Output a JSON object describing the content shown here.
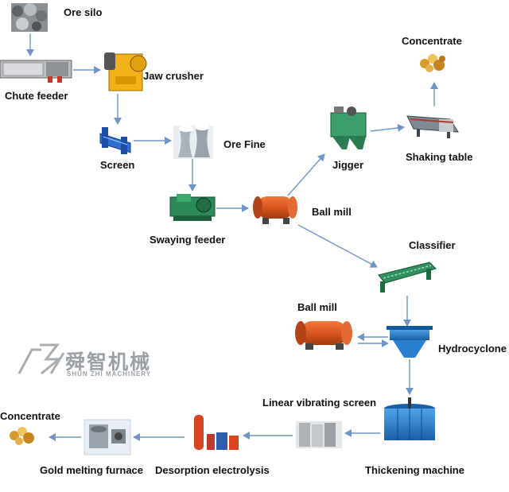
{
  "nodes": {
    "ore_silo": "Ore silo",
    "chute_feeder": "Chute feeder",
    "jaw_crusher": "Jaw crusher",
    "screen": "Screen",
    "ore_fine": "Ore Fine",
    "swaying_feeder": "Swaying  feeder",
    "ball_mill_1": "Ball mill",
    "jigger": "Jigger",
    "shaking_table": "Shaking table",
    "concentrate_top": "Concentrate",
    "classifier": "Classifier",
    "ball_mill_2": "Ball mill",
    "hydrocyclone": "Hydrocyclone",
    "thickening_machine": "Thickening machine",
    "linear_vibrating_screen": "Linear  vibrating screen",
    "desorption_electrolysis": "Desorption electrolysis",
    "gold_melting_furnace": "Gold melting furnace",
    "concentrate_bottom": "Concentrate"
  },
  "watermark": {
    "brand_cn": "舜智机械",
    "brand_en": "SHUN ZHI MACHINERY"
  },
  "colors": {
    "arrow": "#6f95c8",
    "mill_orange": "#d9541e",
    "equip_green": "#2e8b57",
    "equip_blue": "#1e78c8"
  }
}
